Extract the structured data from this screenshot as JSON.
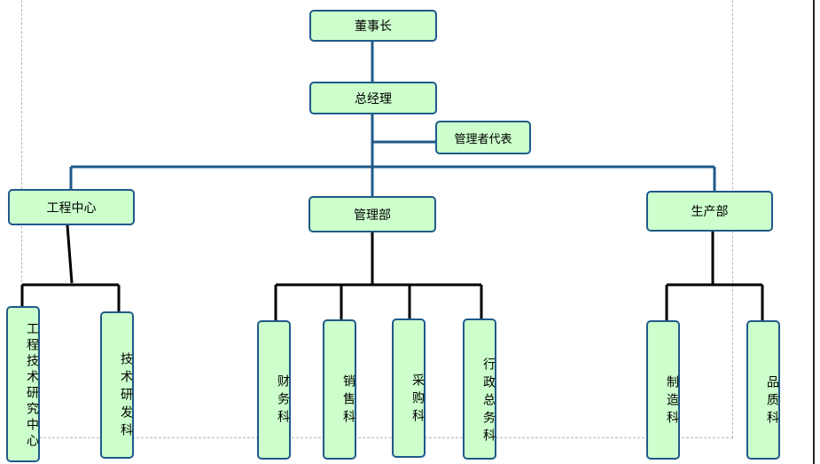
{
  "nodes": {
    "chairman": "董事长",
    "general_manager": "总经理",
    "management_representative": "管理者代表",
    "engineering_center": "工程中心",
    "management_dept": "管理部",
    "production_dept": "生产部",
    "eng_tech_research_center": "工程技术研究中心",
    "tech_rd_section": "技术研发科",
    "finance_section": "财务科",
    "sales_section": "销售科",
    "purchasing_section": "采购科",
    "admin_affairs_section": "行政总务科",
    "manufacturing_section": "制造科",
    "quality_section": "品质科"
  },
  "colors": {
    "node_fill": "#ccffcc",
    "node_border": "#1f5a8a",
    "top_connector": "#1f5a8a",
    "lower_connector": "#000000"
  }
}
